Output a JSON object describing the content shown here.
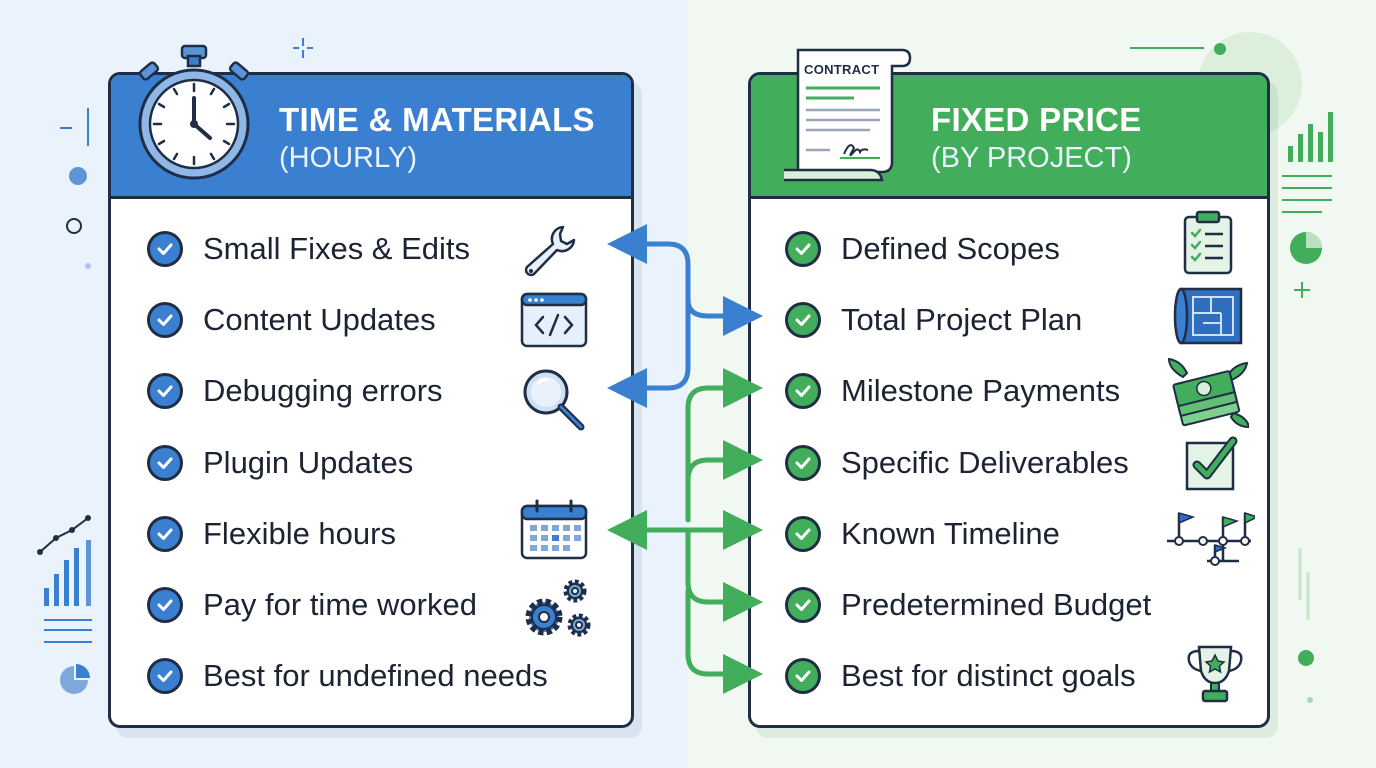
{
  "time_materials": {
    "title": "TIME & MATERIALS",
    "subtitle": "(HOURLY)",
    "items": [
      {
        "label": "Small Fixes & Edits",
        "icon": "wrench-icon"
      },
      {
        "label": "Content Updates",
        "icon": "code-window-icon"
      },
      {
        "label": "Debugging errors",
        "icon": "magnifier-icon"
      },
      {
        "label": "Plugin Updates"
      },
      {
        "label": "Flexible hours",
        "icon": "calendar-icon"
      },
      {
        "label": "Pay for time worked",
        "icon": "gears-icon"
      },
      {
        "label": "Best for undefined needs"
      }
    ]
  },
  "fixed_price": {
    "title": "FIXED PRICE",
    "subtitle": "(BY PROJECT)",
    "contract_label": "CONTRACT",
    "items": [
      {
        "label": "Defined Scopes",
        "icon": "clipboard-checklist-icon"
      },
      {
        "label": "Total Project Plan",
        "icon": "blueprint-icon"
      },
      {
        "label": "Milestone Payments",
        "icon": "money-stack-icon"
      },
      {
        "label": "Specific Deliverables",
        "icon": "checkbox-icon"
      },
      {
        "label": "Known Timeline",
        "icon": "flag-timeline-icon"
      },
      {
        "label": "Predetermined Budget"
      },
      {
        "label": "Best for distinct goals",
        "icon": "trophy-icon"
      }
    ]
  },
  "colors": {
    "blue": "#3a7fd0",
    "green": "#42ad5a",
    "outline": "#1f2d45"
  }
}
